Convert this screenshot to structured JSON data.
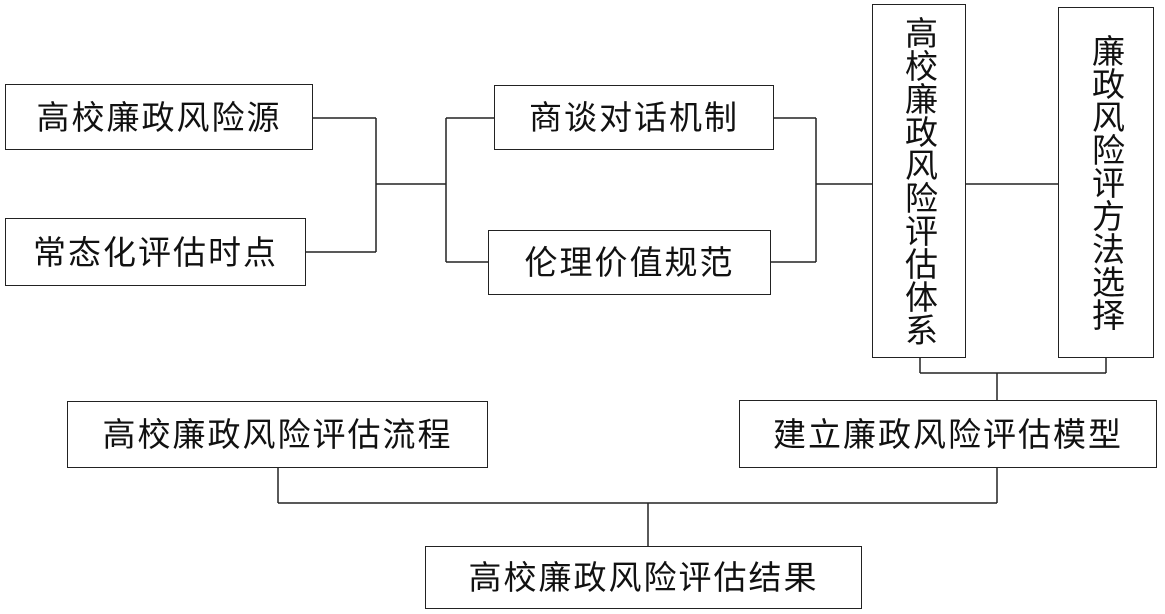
{
  "nodes": {
    "risk_source": "高校廉政风险源",
    "evaluation_time": "常态化评估时点",
    "negotiation": "商谈对话机制",
    "ethics": "伦理价值规范",
    "eval_system": "高校廉政风险评估体系",
    "method_selection": "廉政风险评方法选择",
    "eval_process": "高校廉政风险评估流程",
    "build_model": "建立廉政风险评估模型",
    "result": "高校廉政风险评估结果"
  }
}
